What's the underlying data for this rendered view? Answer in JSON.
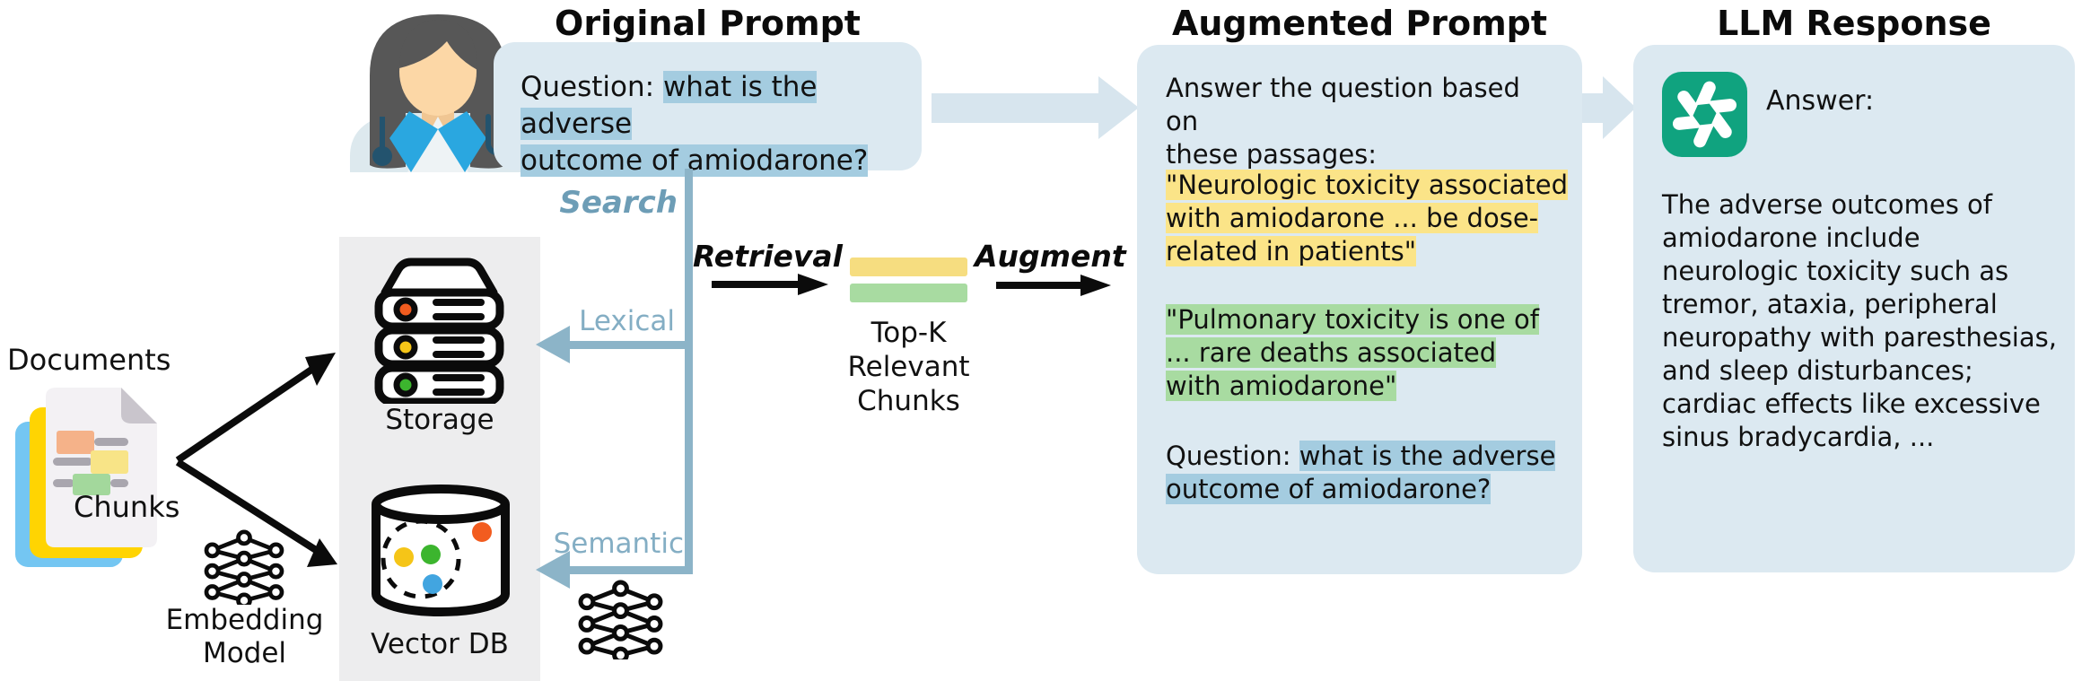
{
  "titles": {
    "original": "Original Prompt",
    "augmented": "Augmented Prompt",
    "llm": "LLM Response"
  },
  "original_prompt": {
    "question_prefix": "Question: ",
    "question_highlight": [
      "what is the adverse",
      "outcome of amiodarone?"
    ]
  },
  "flow": {
    "search_label": "Search",
    "lexical_label": "Lexical",
    "semantic_label": "Semantic",
    "retrieval_label": "Retrieval",
    "augment_label": "Augment",
    "topk_label": [
      "Top-K",
      "Relevant",
      "Chunks"
    ]
  },
  "left_side": {
    "documents_label": "Documents",
    "chunks_label": "Chunks",
    "embedding_label": [
      "Embedding",
      "Model"
    ]
  },
  "datastore": {
    "storage_label": "Storage",
    "vectordb_label": "Vector DB"
  },
  "augmented_prompt": {
    "instruction": [
      "Answer the question based on",
      "these passages:"
    ],
    "passage_yellow": [
      "\"Neurologic toxicity associated",
      "with amiodarone ... be dose-",
      "related in patients\""
    ],
    "passage_green": [
      "\"Pulmonary toxicity is one of",
      " ... rare deaths associated",
      " with amiodarone\""
    ],
    "question_prefix": "Question: ",
    "question_highlight": [
      "what is the adverse",
      "outcome of amiodarone?"
    ]
  },
  "llm_response": {
    "answer_label": "Answer:",
    "body": [
      "The adverse outcomes of",
      "amiodarone include",
      "neurologic toxicity such as",
      "tremor, ataxia, peripheral",
      "neuropathy with paresthesias,",
      "and sleep disturbances;",
      "cardiac effects like excessive",
      "sinus bradycardia, ..."
    ]
  },
  "colors": {
    "bubble_bg": "#dce9f1",
    "pale_arrow": "#d7e5ee",
    "highlight_blue": "#a4cce0",
    "highlight_yellow": "#fbe488",
    "highlight_green": "#a8dba1",
    "steel_blue_line": "#8cb4c8",
    "steel_blue_text": "#84aec4",
    "openai_green": "#10a37f",
    "panel_gray": "#ededee",
    "chunk_bar_yellow": "#f6dd80",
    "chunk_bar_green": "#a8dba1"
  },
  "icons": {
    "doctor": "doctor-avatar-icon",
    "documents": "documents-stack-icon",
    "embedding": "neural-network-icon",
    "storage": "server-stack-icon",
    "vectordb": "vector-db-cylinder-icon",
    "openai": "openai-logo-icon"
  }
}
